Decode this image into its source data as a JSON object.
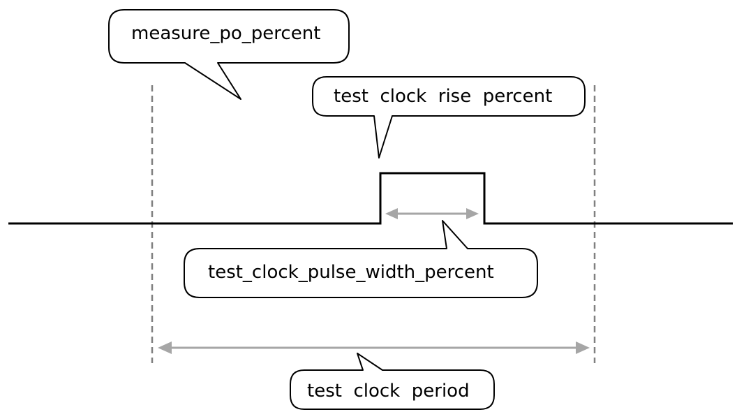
{
  "labels": {
    "measure_po": "measure_po_percent",
    "rise": "test  clock  rise  percent",
    "pulse_width": "test_clock_pulse_width_percent",
    "period": "test  clock  period"
  },
  "colors": {
    "signal": "#000000",
    "guide": "#808080",
    "dimension": "#a6a6a6",
    "callout_fill": "#ffffff"
  }
}
